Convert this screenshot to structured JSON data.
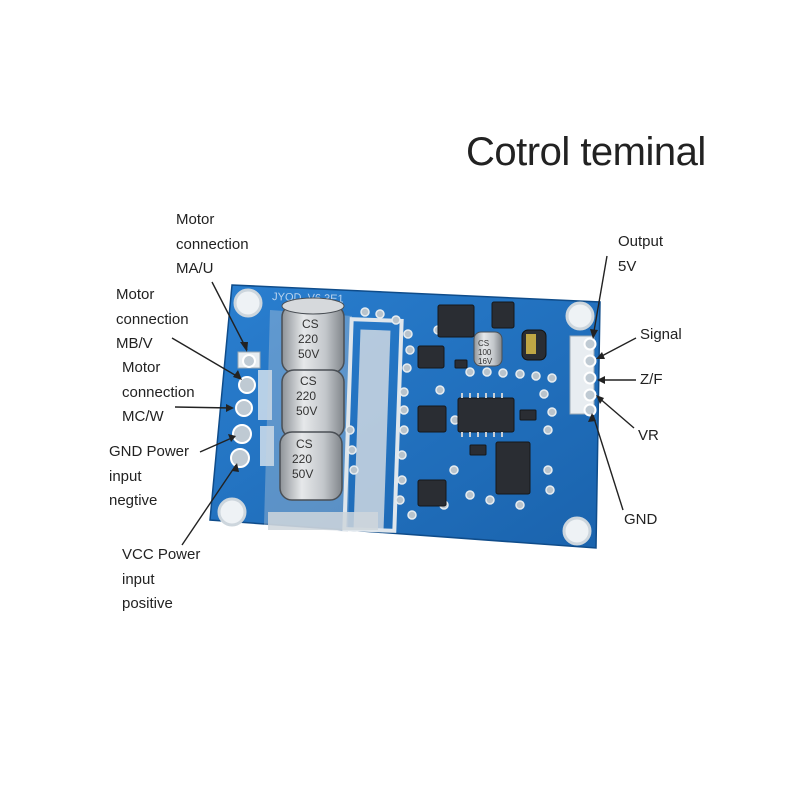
{
  "title": "Cotrol teminal",
  "board_silkscreen": "JYQD_V6.3E1",
  "capacitors": [
    {
      "line1": "CS",
      "line2": "220",
      "line3": "50V"
    },
    {
      "line1": "CS",
      "line2": "220",
      "line3": "50V"
    },
    {
      "line1": "CS",
      "line2": "220",
      "line3": "50V"
    }
  ],
  "small_capacitor": {
    "line1": "CS",
    "line2": "100",
    "line3": "16V"
  },
  "left_labels": [
    {
      "lines": [
        "Motor",
        "connection",
        "MA/U"
      ]
    },
    {
      "lines": [
        "Motor",
        "connection",
        "MB/V"
      ]
    },
    {
      "lines": [
        "Motor",
        "connection",
        "MC/W"
      ]
    },
    {
      "lines": [
        "GND Power",
        "input",
        "negtive"
      ]
    },
    {
      "lines": [
        "VCC Power",
        "input",
        "positive"
      ]
    }
  ],
  "right_labels": [
    {
      "lines": [
        "Output",
        "5V"
      ]
    },
    {
      "lines": [
        "Signal"
      ]
    },
    {
      "lines": [
        "Z/F"
      ]
    },
    {
      "lines": [
        "VR"
      ]
    },
    {
      "lines": [
        "GND"
      ]
    }
  ],
  "colors": {
    "board": "#1f6fbf",
    "board_dark": "#175a9e",
    "pad": "#c9d4dc",
    "chip": "#2a2d33",
    "capacitor": "#bfc3c7",
    "text": "#222222"
  }
}
